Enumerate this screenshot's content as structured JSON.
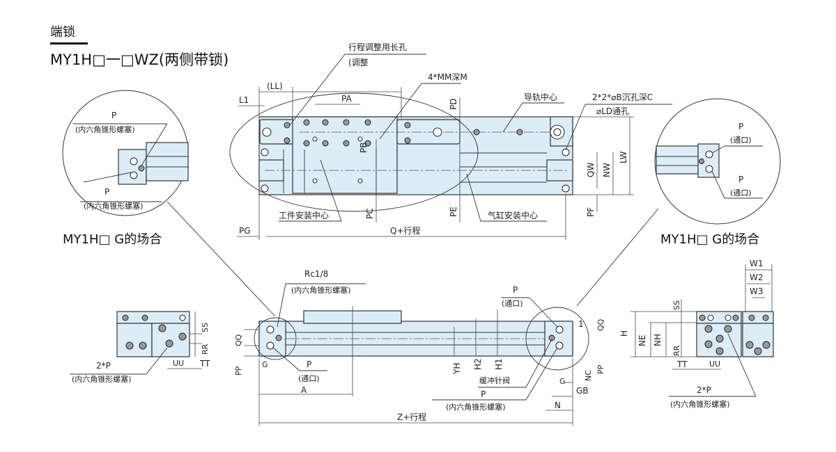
{
  "header": {
    "section": "端锁",
    "model": "MY1H□一□WZ(两侧带锁)"
  },
  "accent_color": "#dcedf7",
  "top_view": {
    "slot_label": "行程调整用长孔",
    "slot_label2": "(调整",
    "mm_label": "4*MM深M",
    "LL": "(LL)",
    "L1": "L1",
    "PA": "PA",
    "PB": "PB",
    "PD": "PD",
    "rail_center": "导轨中心",
    "counterbore": "2*2*⌀B沉孔深C",
    "through_hole": "⌀LD通孔",
    "LW": "LW",
    "NW": "NW",
    "QW": "QW",
    "PF": "PF",
    "PE": "PE",
    "PC": "PC",
    "work_center": "工件安装中心",
    "cyl_center": "气缸安装中心",
    "PG": "PG",
    "Q": "Q+行程"
  },
  "detail_left": {
    "caption": "MY1H□ G的场合",
    "p1": "P",
    "p1_note": "(内六角锥形螺塞)",
    "p2": "P",
    "p2_note": "(内六角锥形螺塞)"
  },
  "detail_right": {
    "caption": "MY1H□ G的场合",
    "p1": "P",
    "p1_note": "(通口)",
    "p2": "P",
    "p2_note": "(通口)"
  },
  "front_view": {
    "rc": "Rc1/8",
    "rc_note": "(内六角锥形螺塞)",
    "p_left": "P",
    "p_left_note": "(通口)",
    "A": "A",
    "Z": "Z+行程",
    "QQ": "QQ",
    "PP": "PP",
    "G": "G",
    "YH": "YH",
    "H2": "H2",
    "H1": "H1",
    "p_right": "P",
    "p_right_note": "(通口)",
    "one": "1",
    "QQ_r": "QQ",
    "PP_r": "PP",
    "NC": "NC",
    "GB": "GB",
    "G_r": "G",
    "N": "N",
    "cushion": "缓冲针阀",
    "p_plug": "P",
    "p_plug_note": "(内六角锥形螺塞)"
  },
  "end_left": {
    "SS": "SS",
    "RR": "RR",
    "TT": "TT",
    "UU": "UU",
    "p": "2*P",
    "p_note": "(内六角锥形螺塞)"
  },
  "end_right": {
    "W1": "W1",
    "W2": "W2",
    "W3": "W3",
    "SS": "SS",
    "H": "H",
    "NE": "NE",
    "NH": "NH",
    "RR": "RR",
    "TT": "TT",
    "UU": "UU",
    "p": "2*P",
    "p_note": "(内六角锥形螺塞)"
  }
}
